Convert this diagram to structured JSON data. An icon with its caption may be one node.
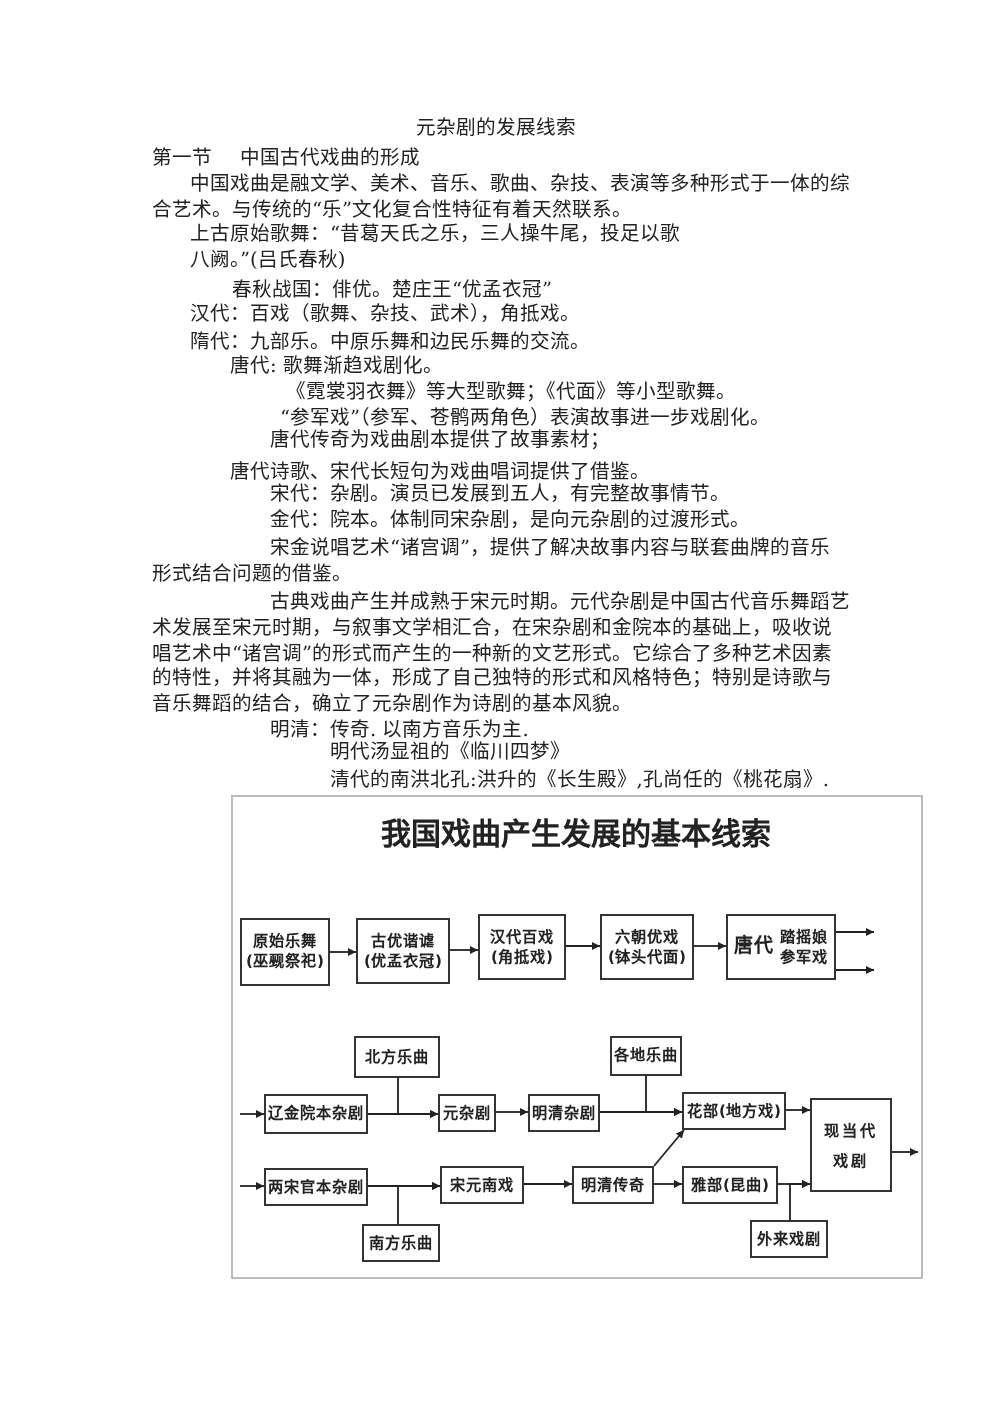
{
  "diagram": {
    "title": "元杂剧的发展线索",
    "nodes": [
      {
        "text": [
          "原始乐舞",
          "(巫觋祭祀)"
        ]
      },
      {
        "text": [
          "古优谐谑",
          "(优孟衣冠)"
        ]
      },
      {
        "text": [
          "汉代百戏",
          "(角抵戏)"
        ]
      },
      {
        "text": [
          "六朝优戏",
          "(钵头代面)"
        ]
      },
      {
        "text": [
          "唐代",
          "踏摇娘",
          "参军戏"
        ]
      },
      {
        "text": [
          "北方乐曲"
        ]
      },
      {
        "text": [
          "各地乐曲"
        ]
      },
      {
        "text": [
          "辽金院本杂剧"
        ]
      },
      {
        "text": [
          "元杂剧"
        ]
      },
      {
        "text": [
          "明清杂剧"
        ]
      },
      {
        "text": [
          "花部(地方戏)"
        ]
      },
      {
        "text": [
          "现当代戏剧"
        ]
      },
      {
        "text": [
          "两宋官本杂剧"
        ]
      },
      {
        "text": [
          "宋元南戏"
        ]
      },
      {
        "text": [
          "明清传奇"
        ]
      },
      {
        "text": [
          "雅部(昆曲)"
        ]
      },
      {
        "text": [
          "南方乐曲"
        ]
      },
      {
        "text": [
          "外来戏剧"
        ]
      }
    ],
    "edges": [
      {
        "from": 0,
        "to": 1,
        "arrow": "to"
      },
      {
        "from": 1,
        "to": 2,
        "arrow": "to"
      },
      {
        "from": 2,
        "to": 3,
        "arrow": "to"
      },
      {
        "from": 3,
        "to": 4,
        "arrow": "to"
      },
      {
        "from": 4,
        "to": null,
        "arrow": "to"
      },
      {
        "from": 4,
        "to": null,
        "arrow": "to"
      },
      {
        "from": null,
        "to": 7,
        "arrow": "to"
      },
      {
        "from": 7,
        "to": 8,
        "arrow": "to"
      },
      {
        "from": 5,
        "to": 8,
        "arrow": "to"
      },
      {
        "from": 8,
        "to": 9,
        "arrow": "to"
      },
      {
        "from": 9,
        "to": 10,
        "arrow": "to"
      },
      {
        "from": 6,
        "to": 10,
        "arrow": "to"
      },
      {
        "from": 14,
        "to": 10,
        "arrow": "to"
      },
      {
        "from": 10,
        "to": 11,
        "arrow": "to"
      },
      {
        "from": 11,
        "to": null,
        "arrow": "to"
      },
      {
        "from": null,
        "to": 12,
        "arrow": "to"
      },
      {
        "from": 12,
        "to": 13,
        "arrow": "to"
      },
      {
        "from": 16,
        "to": 13,
        "arrow": "to"
      },
      {
        "from": 13,
        "to": 14,
        "arrow": "to"
      },
      {
        "from": 14,
        "to": 15,
        "arrow": "to"
      },
      {
        "from": 15,
        "to": 11,
        "arrow": "to"
      },
      {
        "from": 17,
        "to": 11,
        "arrow": "to"
      }
    ],
    "labels": [
      "第一节",
      "中国古代戏曲的形成",
      "中国戏曲是融文学、美术、音乐、歌曲、杂技、表演等多种形式于一体的综合艺术。与传统的“乐”文化复合性特征有着天然联系。",
      "上古原始歌舞：“昔葛天氏之乐，三人操牛尾，投足以歌八阙。”(吕氏春秋)",
      "春秋战国：俳优。楚庄王“优孟衣冠”",
      "汉代：百戏（歌舞、杂技、武术），角抵戏。",
      "隋代：九部乐。中原乐舞和边民乐舞的交流。",
      "唐代: 歌舞渐趋戏剧化。",
      "《霓裳羽衣舞》等大型歌舞；《代面》等小型歌舞。",
      "“参军戏”（参军、苍鹘两角色）表演故事进一步戏剧化。",
      "唐代传奇为戏曲剧本提供了故事素材；",
      "唐代诗歌、宋代长短句为戏曲唱词提供了借鉴。",
      "宋代：杂剧。演员已发展到五人，有完整故事情节。",
      "金代：院本。体制同宋杂剧，是向元杂剧的过渡形式。",
      "宋金说唱艺术“诸宫调”，提供了解决故事内容与联套曲牌的音乐形式结合问题的借鉴。",
      "古典戏曲产生并成熟于宋元时期。元代杂剧是中国古代音乐舞蹈艺术发展至宋元时期，与叙事文学相汇合，在宋杂剧和金院本的基础上，吸收说唱艺术中“诸宫调”的形式而产生的一种新的文艺形式。它综合了多种艺术因素的特性，并将其融为一体，形成了自己独特的形式和风格特色；特别是诗歌与音乐舞蹈的结合，确立了元杂剧作为诗剧的基本风貌。",
      "明清：传奇. 以南方音乐为主.",
      "明代汤显祖的《临川四梦》",
      "清代的南洪北孔:洪升的《长生殿》,孔尚任的《桃花扇》.",
      "我国戏曲产生发展的基本线索"
    ]
  }
}
